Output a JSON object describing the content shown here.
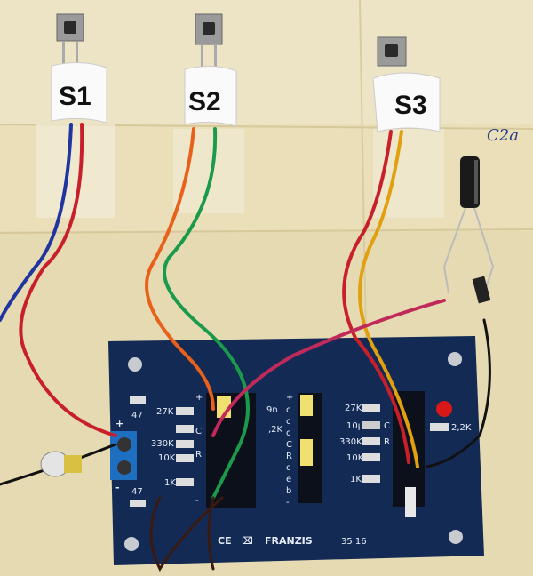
{
  "switches": [
    {
      "label": "S1"
    },
    {
      "label": "S2"
    },
    {
      "label": "S3"
    }
  ],
  "handwritten_note": "C2a",
  "board": {
    "brand": "FRANZIS",
    "code": "35 16",
    "ce_mark": "CE",
    "left_section": {
      "resistors": [
        "47",
        "27K",
        "330K",
        "10K",
        "1K",
        "47"
      ],
      "pin_labels": [
        "+",
        "C",
        "R",
        "-"
      ],
      "cap_partial": "9n",
      "res_partial": ",2K"
    },
    "middle_section": {
      "pin_labels": [
        "+",
        "c",
        "c",
        "c",
        "C",
        "R",
        "c",
        "e",
        "b",
        "-"
      ]
    },
    "right_section": {
      "components": [
        "27K",
        "10µ",
        "330K",
        "10K",
        "1K"
      ],
      "pin_labels": [
        "C",
        "R"
      ],
      "led_resistor": "2,2K"
    },
    "terminal_labels": [
      "+",
      "-"
    ]
  },
  "colors": {
    "board": "#132a55",
    "wall": "#e6dab2",
    "wire_red": "#c8202a",
    "wire_blue": "#2035a0",
    "wire_orange": "#e8601a",
    "wire_green": "#1a9a4a",
    "wire_yellow": "#e0a010",
    "wire_magenta": "#c02a5a"
  }
}
